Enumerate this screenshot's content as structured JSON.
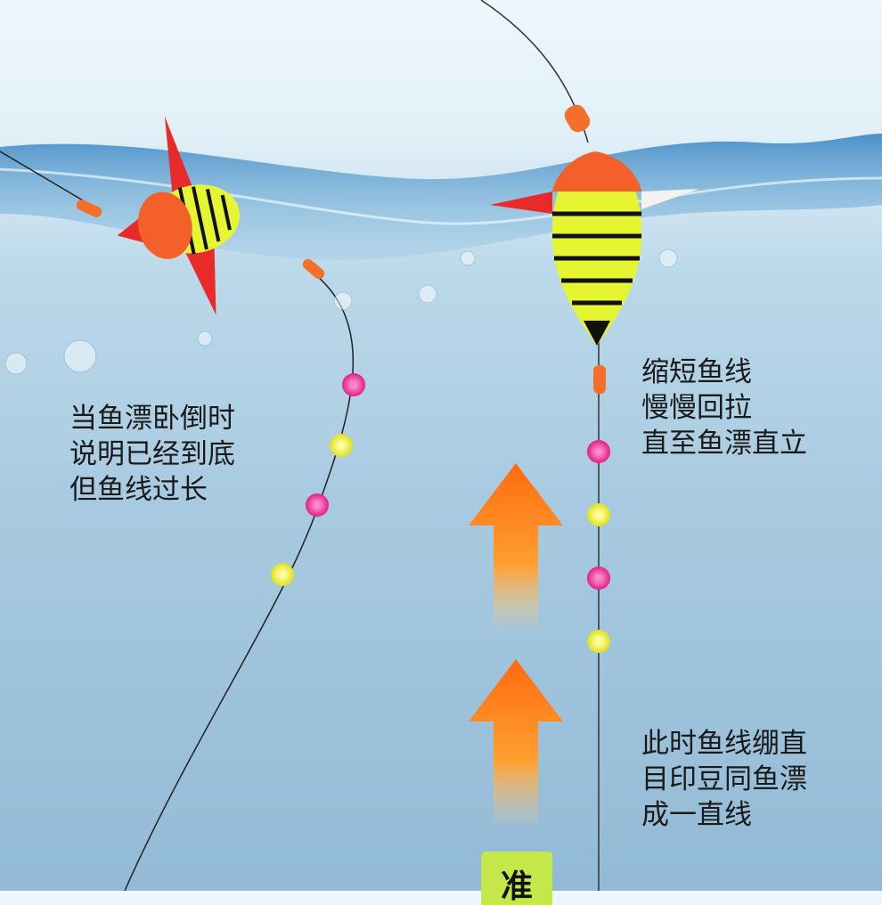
{
  "captions": {
    "left": "当鱼漂卧倒时\n说明已经到底\n但鱼线过长",
    "right_top": "缩短鱼线\n慢慢回拉\n直至鱼漂直立",
    "right_bottom": "此时鱼线绷直\n目印豆同鱼漂\n成一直线"
  },
  "badge": "准",
  "colors": {
    "float_orange": "#f4602a",
    "float_yellow": "#e6f531",
    "bead_pink": "#f0309a",
    "bead_yellow": "#eef23a",
    "arrow": "#ff7a10"
  }
}
